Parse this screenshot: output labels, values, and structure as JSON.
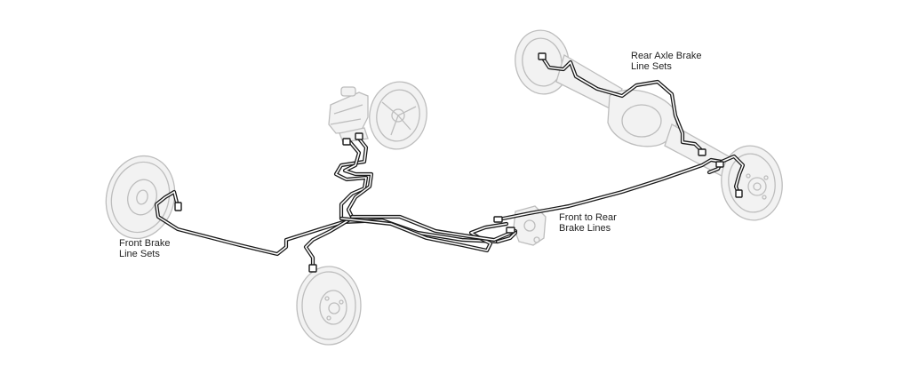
{
  "labels": {
    "front": {
      "line1": "Front Brake",
      "line2": "Line Sets"
    },
    "front_to_rear": {
      "line1": "Front to Rear",
      "line2": "Brake Lines"
    },
    "rear_axle": {
      "line1": "Rear Axle Brake",
      "line2": "Line Sets"
    }
  },
  "colors": {
    "tube": "#1a1a1a",
    "component": "#bdbdbd",
    "text": "#222222",
    "background": "#ffffff"
  }
}
